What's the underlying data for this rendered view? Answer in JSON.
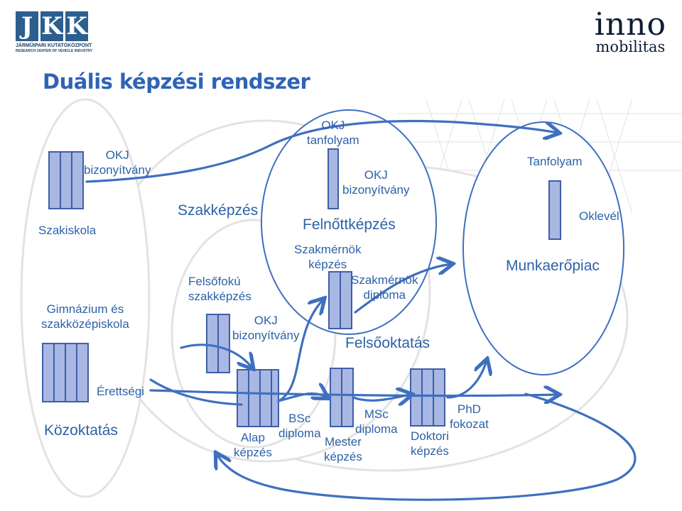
{
  "title": "Duális képzési rendszer",
  "logos": {
    "left_letters": [
      "J",
      "K",
      "K"
    ],
    "left_line1": "JÁRMŰIPARI KUTATÓKÖZPONT",
    "left_line2": "RESEARCH CENTER OF VEHICLE INDUSTRY",
    "right_word1": "inno",
    "right_word2": "mobilitas"
  },
  "labels": {
    "okj_bizonyitvany_school": "OKJ\nbizonyítvány",
    "szakiskola": "Szakiskola",
    "gimnazium": "Gimnázium és\nszakközépiskola",
    "kozoktatas": "Közoktatás",
    "erettsegi": "Érettségi",
    "szakkepzes": "Szakképzés",
    "felsofoku_szakkepzes": "Felsőfokú\nszakképzés",
    "okj_bizonyitvany_vocational": "OKJ\nbizonyítvány",
    "okj_tanfolyam": "OKJ\ntanfolyam",
    "okj_bizonyitvany_adult": "OKJ\nbizonyítvány",
    "felnottkepzes": "Felnőttképzés",
    "szakmernok_kepzes": "Szakmérnök\nképzés",
    "szakmernok_diploma": "Szakmérnök\ndiploma",
    "felsooktatas": "Felsőoktatás",
    "tanfolyam": "Tanfolyam",
    "oklevel": "Oklevél",
    "munkaeropiac": "Munkaerőpiac",
    "alap_kepzes": "Alap\nképzés",
    "bsc_diploma": "BSc\ndiploma",
    "msc_diploma": "MSc\ndiploma",
    "mester_kepzes": "Mester\nképzés",
    "phd_fokozat": "PhD\nfokozat",
    "doktori_kepzes": "Doktori\nképzés"
  },
  "colors": {
    "text": "#2c62a8",
    "title": "#2f63b6",
    "stroke": "#3f6fc0",
    "block_fill": "#a8b8e3",
    "block_stroke": "#3f5ea8",
    "ellipse_fill": "#ffffff",
    "background_art": "#d6d6d6"
  }
}
